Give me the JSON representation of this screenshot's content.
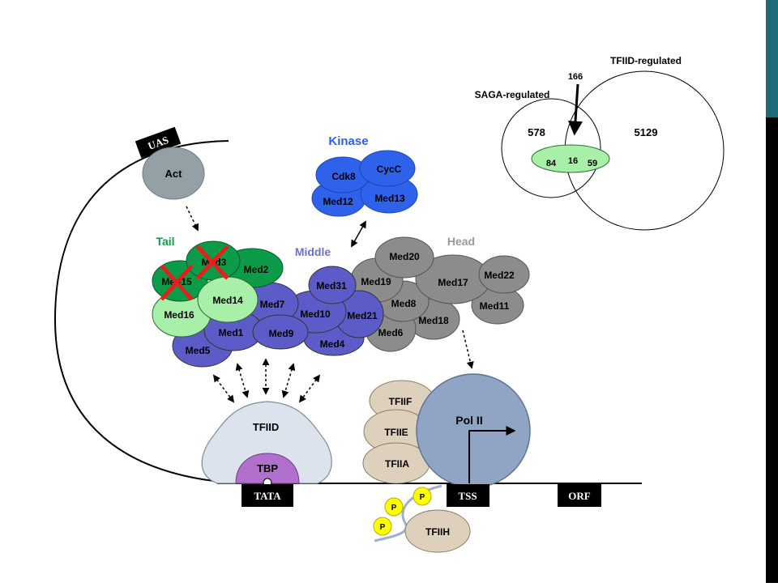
{
  "boxes": {
    "uas": "UAS",
    "tata": "TATA",
    "tss": "TSS",
    "orf": "ORF"
  },
  "activator": "Act",
  "modules": {
    "tail": "Tail",
    "middle": "Middle",
    "head": "Head",
    "kinase": "Kinase"
  },
  "module_colors": {
    "tail": "#0f9b48",
    "middle": "#6f6fd0",
    "head": "#9a9a9a",
    "kinase": "#2f5fe8"
  },
  "kinase": {
    "cdk8": "Cdk8",
    "cycc": "CycC",
    "med12": "Med12",
    "med13": "Med13"
  },
  "tail": {
    "med3": "Med3",
    "med15": "Med15",
    "med2": "Med2",
    "med16": "Med16",
    "med14": "Med14"
  },
  "middle": {
    "med7": "Med7",
    "med31": "Med31",
    "med10": "Med10",
    "med21": "Med21",
    "med1": "Med1",
    "med9": "Med9",
    "med4": "Med4",
    "med5": "Med5"
  },
  "head": {
    "med20": "Med20",
    "med19": "Med19",
    "med17": "Med17",
    "med22": "Med22",
    "med8": "Med8",
    "med11": "Med11",
    "med18": "Med18",
    "med6": "Med6"
  },
  "factors": {
    "tfiid": "TFIID",
    "tbp": "TBP",
    "tfiif": "TFIIF",
    "tfiie": "TFIIE",
    "tfiia": "TFIIA",
    "tfiih": "TFIIH",
    "pol2": "Pol II",
    "phospho": "P"
  },
  "venn": {
    "saga_label": "SAGA-regulated",
    "tfiid_label": "TFIID-regulated",
    "overlap_arrow": "166",
    "saga_only": "578",
    "tfiid_only": "5129",
    "green_left": "84",
    "green_mid": "16",
    "green_right": "59"
  },
  "colors": {
    "tail_dark": "#0c9b48",
    "tail_light": "#a8f0a8",
    "middle": "#5c5cc8",
    "head": "#8c8c8c",
    "kinase": "#2e62ea",
    "tan": "#ddd0bc",
    "pol2": "#8fa5c3",
    "tbp": "#b070cc",
    "tfiid": "#dde3ec",
    "act": "#93a0a6",
    "phospho": "#ffff00",
    "accent_bar": "#1f6b7a"
  }
}
